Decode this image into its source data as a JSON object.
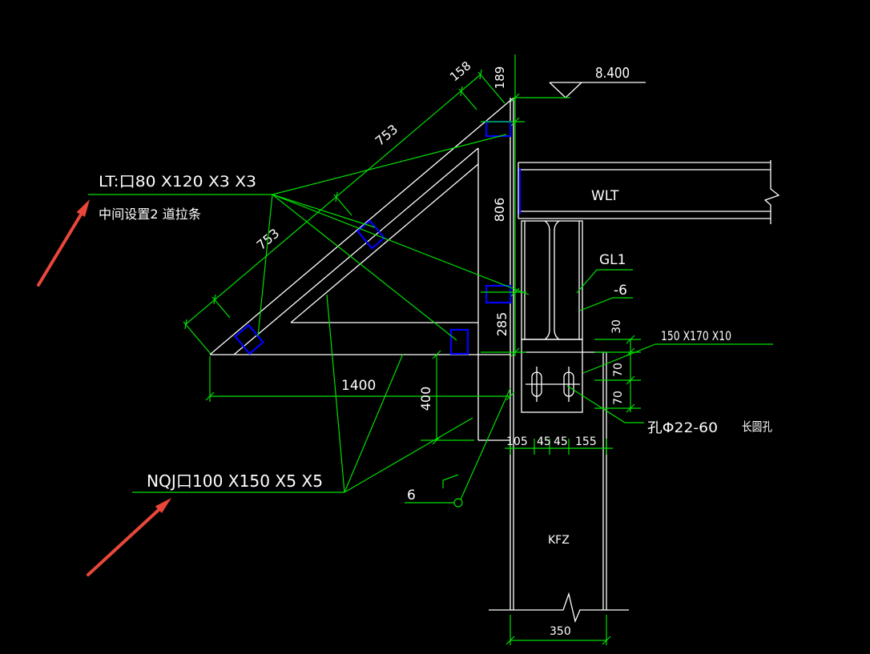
{
  "colors": {
    "background": "#000000",
    "structure": "#ffffff",
    "annotation": "#00e000",
    "bolt_marker": "#0000ff",
    "callout_arrow": "#e8473a"
  },
  "elevation": {
    "value": "8.400"
  },
  "dimensions": {
    "top_offset": "158",
    "top_height": "189",
    "brace_upper": "753",
    "brace_lower": "753",
    "upper_plate": "806",
    "lower_plate": "285",
    "brace_span": "1400",
    "haunch_depth": "400",
    "plate_top": "30",
    "bolt_row_1": "70",
    "bolt_row_2": "70",
    "col_left": "105",
    "bolt_gap_1": "45",
    "bolt_gap_2": "45",
    "col_right": "155",
    "column_width": "350"
  },
  "members": {
    "brace_label": "LT:口80 X120 X3 X3",
    "brace_note": "中间设置2 道拉条",
    "knee_label": "NQJ口100 X150 X5 X5",
    "roof_beam": "WLT",
    "stub_beam": "GL1",
    "stiffener": "-6",
    "end_plate": "150 X170 X10",
    "hole": "孔Φ22-60",
    "hole_type": "长圆孔",
    "weld_size": "6",
    "column": "KFZ"
  }
}
